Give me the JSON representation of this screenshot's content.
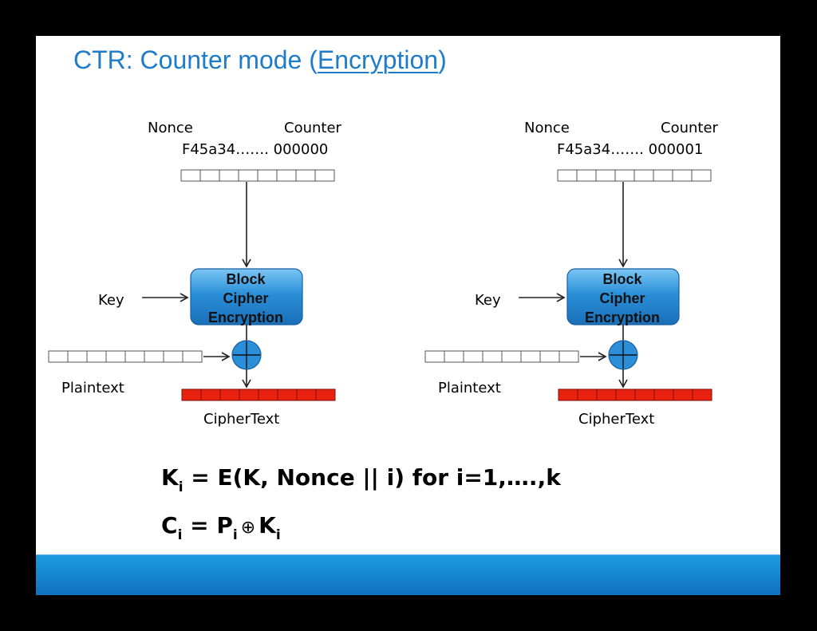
{
  "title": {
    "prefix": "CTR: Counter mode (",
    "underlined": "Encryption",
    "suffix": ")"
  },
  "diagram": {
    "panels": [
      {
        "nonce_label": "Nonce",
        "counter_label": "Counter",
        "value": "F45a34……. 000000",
        "block_lines": [
          "Block",
          "Cipher",
          "Encryption"
        ],
        "key_label": "Key",
        "plaintext_label": "Plaintext",
        "ciphertext_label": "CipherText"
      },
      {
        "nonce_label": "Nonce",
        "counter_label": "Counter",
        "value": "F45a34……. 000001",
        "block_lines": [
          "Block",
          "Cipher",
          "Encryption"
        ],
        "key_label": "Key",
        "plaintext_label": "Plaintext",
        "ciphertext_label": "CipherText"
      }
    ],
    "colors": {
      "block_fill": "#2a8fd8",
      "xor_fill": "#2a8fd8",
      "ciphertext_fill": "#e8220f",
      "title": "#1f7cc8"
    }
  },
  "formulas": {
    "line1": {
      "k": "K",
      "k_sub": "i",
      "rest": " = E(K, Nonce || i) for i=1,….,k"
    },
    "line2": {
      "c": "C",
      "c_sub": "i",
      "eq": " = P",
      "p_sub": "i",
      "xor": "⊕",
      "k": "K",
      "k_sub": "i"
    }
  }
}
